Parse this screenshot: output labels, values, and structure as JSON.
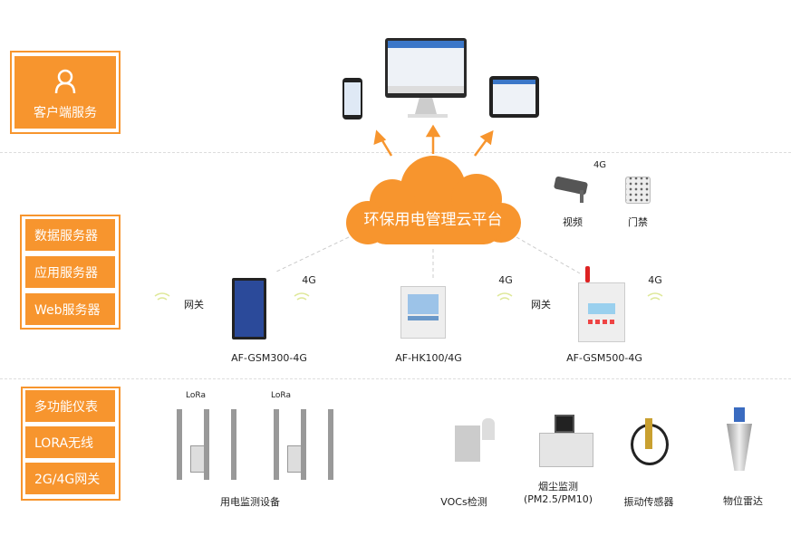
{
  "client_service": {
    "label": "客户端服务",
    "icon": "user-icon"
  },
  "servers": [
    "数据服务器",
    "应用服务器",
    "Web服务器"
  ],
  "field_layer": [
    "多功能仪表",
    "LORA无线",
    "2G/4G网关"
  ],
  "cloud": {
    "label": "环保用电管理云平台",
    "color": "#f7952e"
  },
  "extras": {
    "network": "4G",
    "video": "视频",
    "access": "门禁"
  },
  "gateways": {
    "left_label": "网关",
    "right_label": "网关",
    "net": "4G",
    "models": [
      "AF-GSM300-4G",
      "AF-HK100/4G",
      "AF-GSM500-4G"
    ]
  },
  "field_devices": {
    "lora": "LoRa",
    "power_monitor": "用电监测设备",
    "vocs": "VOCs检测",
    "dust_line1": "烟尘监测",
    "dust_line2": "(PM2.5/PM10)",
    "vibration": "振动传感器",
    "radar": "物位雷达"
  },
  "accent": "#f7952e"
}
